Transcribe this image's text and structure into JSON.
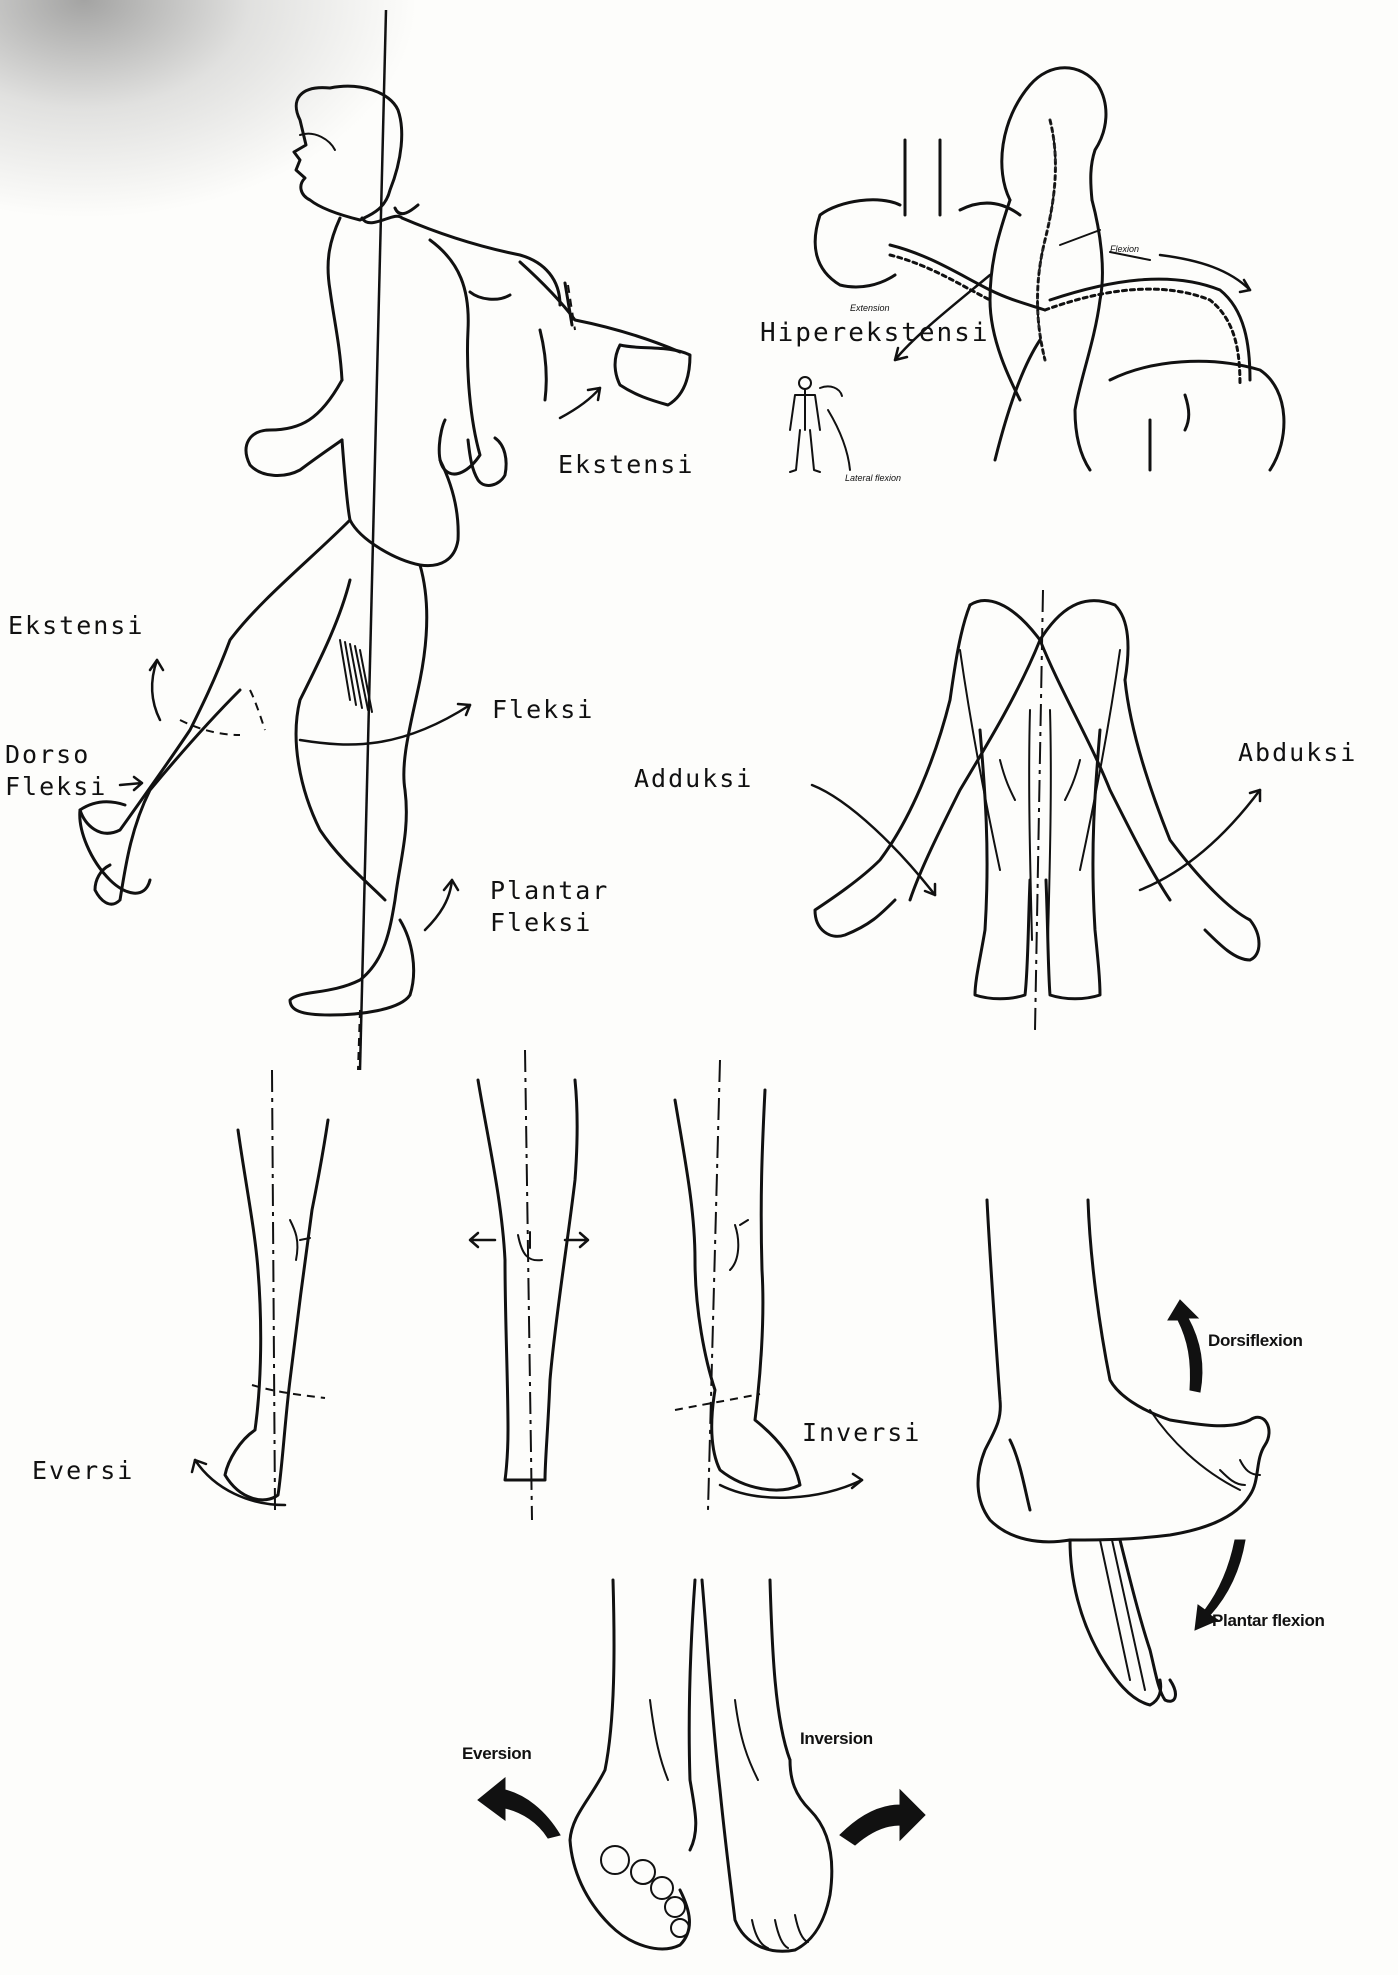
{
  "labels": {
    "ekstensi_arm": "Ekstensi",
    "hiperekstensi": "Hiperekstensi",
    "extension_tiny": "Extension",
    "flexion_tiny": "Flexion",
    "lateral_flexion_tiny": "Lateral flexion",
    "ekstensi_hip": "Ekstensi",
    "fleksi": "Fleksi",
    "dorso_fleksi_1": "Dorso",
    "dorso_fleksi_2": "Fleksi",
    "plantar_fleksi_1": "Plantar",
    "plantar_fleksi_2": "Fleksi",
    "adduksi": "Adduksi",
    "abduksi": "Abduksi",
    "eversi": "Eversi",
    "inversi": "Inversi",
    "dorsiflexion": "Dorsiflexion",
    "plantar_flexion": "Plantar flexion",
    "eversion": "Eversion",
    "inversion": "Inversion"
  },
  "figures": {
    "walking": "walking-figure-icon",
    "spine": "spine-flexion-icon",
    "legs": "legs-abduction-icon",
    "lower_legs": "lower-legs-eversion-inversion-icon",
    "ankle": "ankle-dorsiflexion-icon",
    "feet": "feet-eversion-inversion-icon"
  }
}
